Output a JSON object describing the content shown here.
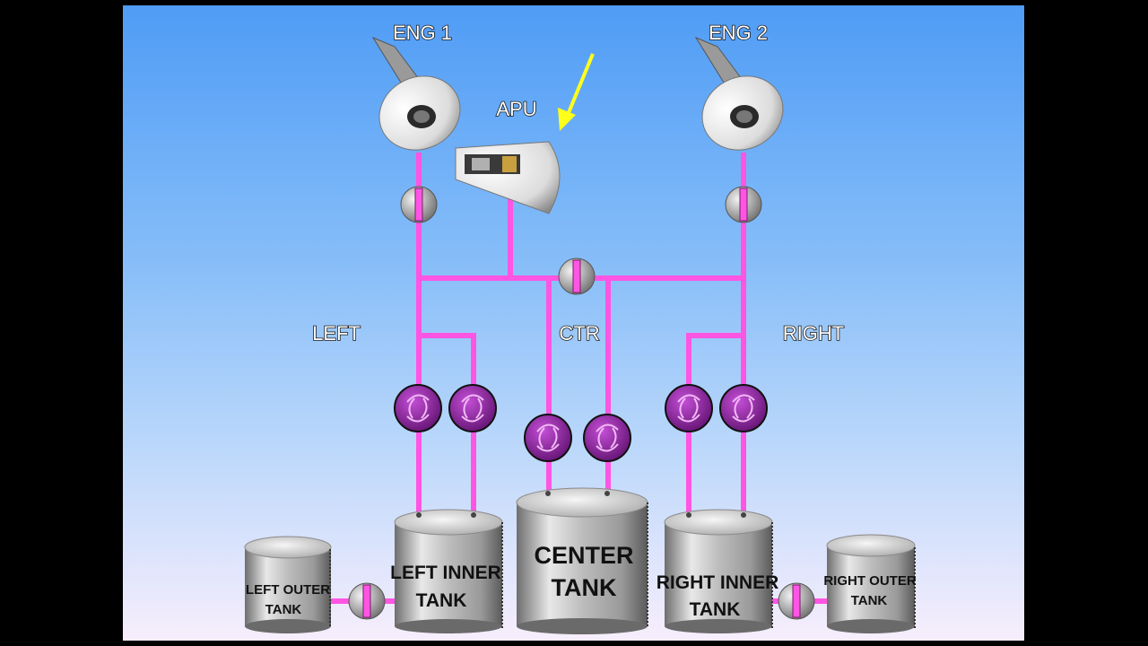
{
  "labels": {
    "eng1": "ENG 1",
    "eng2": "ENG 2",
    "apu": "APU",
    "left": "LEFT",
    "ctr": "CTR",
    "right": "RIGHT"
  },
  "tanks": {
    "left_outer": [
      "LEFT  OUTER",
      "TANK"
    ],
    "left_inner": [
      "LEFT   INNER",
      "TANK"
    ],
    "center": [
      "CENTER",
      "TANK"
    ],
    "right_inner": [
      "RIGHT INNER",
      "TANK"
    ],
    "right_outer": [
      "RIGHT  OUTER",
      "TANK"
    ]
  },
  "colors": {
    "fuel_line": "#ff55e3",
    "pump": "#8a1a9c",
    "arrow": "#ffff1a",
    "background_top": "#4f9cf6",
    "background_bottom": "#f7eefc"
  },
  "icons": {
    "engine": "engine-nacelle-icon",
    "apu": "apu-cone-icon",
    "pump": "fuel-pump-icon",
    "valve": "valve-icon",
    "tank": "cylinder-tank-icon",
    "arrow": "pointer-arrow-icon"
  }
}
